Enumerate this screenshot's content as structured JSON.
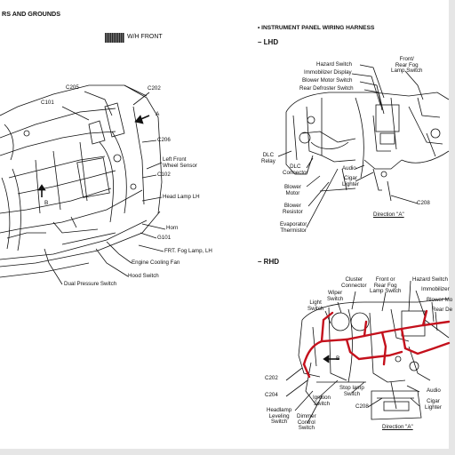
{
  "page_title": "RS AND GROUNDS",
  "left": {
    "legend_label": "W/H FRONT",
    "labels": {
      "c205": "C205",
      "c202": "C202",
      "c101": "C101",
      "arrow_a": "A",
      "c206": "C206",
      "left_front_wheel_sensor": "Left Front\nWheel Sensor",
      "c102": "C102",
      "arrow_b": "B",
      "head_lamp_lh": "Head Lamp LH",
      "horn": "Horn",
      "g101": "G101",
      "frt_fog_lamp_lh": "FRT. Fog Lamp, LH",
      "engine_cooling_fan": "Engine Cooling Fan",
      "hood_switch": "Hood Switch",
      "dual_pressure_switch": "Dual Pressure Switch"
    }
  },
  "right": {
    "section_title": "INSTRUMENT PANEL WIRING HARNESS",
    "lhd_label": "– LHD",
    "rhd_label": "– RHD",
    "lhd_labels": {
      "hazard_switch": "Hazard Switch",
      "immobilizer_display": "Immobilizer Display",
      "blower_motor_switch": "Blower Motor Switch",
      "rear_defroster_switch": "Rear Defroster Switch",
      "front_rear_fog": "Front/\nRear Fog\nLamp Switch",
      "dlc_relay": "DLC\nRelay",
      "dlc_connector": "DLC\nConnector",
      "blower_motor": "Blower\nMotor",
      "blower_resistor": "Blower\nResistor",
      "evaporator_thermistor": "Evaporator\nThermistor",
      "audio": "Audio",
      "cigar_lighter": "Cigar\nLighter",
      "c208": "C208",
      "direction": "Direction \"A\""
    },
    "rhd_labels": {
      "cluster_connector": "Cluster\nConnector",
      "front_rear_fog": "Front or\nRear Fog\nLamp Switch",
      "hazard_switch": "Hazard Switch",
      "wiper_switch": "Wiper\nSwitch",
      "immobilizer": "Immobilizer",
      "light_switch": "Light\nSwitch",
      "blower_motor": "Blower Mo",
      "rear_de": "Rear De",
      "c202": "C202",
      "c204": "C204",
      "arrow_b": "B",
      "ignition_switch": "Ignition\nSwitch",
      "stop_lamp_switch": "Stop lamp\nSwitch",
      "headlamp_leveling_switch": "Headlamp\nLeveling\nSwitch",
      "dimmer_control_switch": "Dimmer\nControl\nSwitch",
      "c208": "C208",
      "audio": "Audio",
      "cigar_lighter": "Cigar\nLighter",
      "direction": "Direction \"A\""
    }
  },
  "colors": {
    "wire_highlight": "#c4101c",
    "line": "#111111"
  }
}
